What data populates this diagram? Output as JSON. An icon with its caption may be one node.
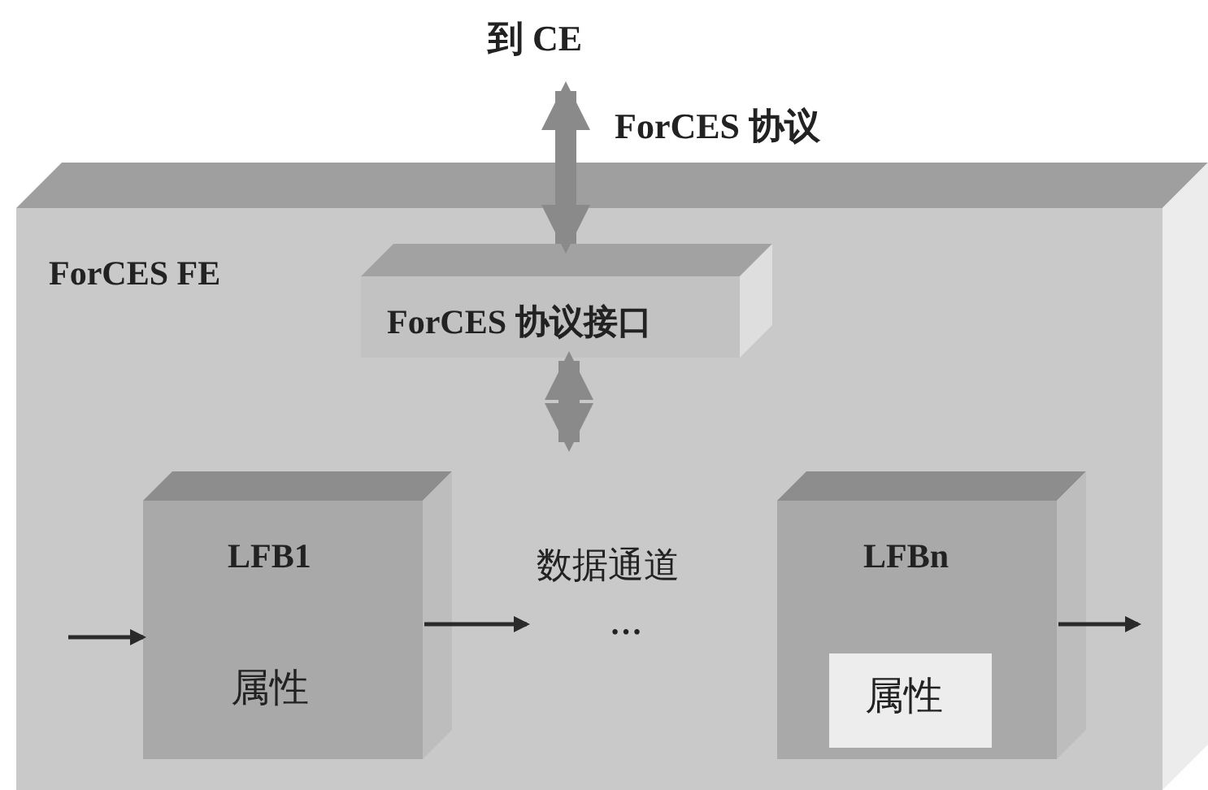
{
  "diagram": {
    "nodes": [
      {
        "text": [
          "到 CE"
        ]
      },
      {
        "text": [
          "ForCES FE"
        ]
      },
      {
        "text": [
          "ForCES 协议接口"
        ],
        "in": 1
      },
      {
        "text": [
          "LFB1",
          "属性"
        ],
        "in": 1
      },
      {
        "text": [
          "LFBn"
        ],
        "in": 1
      },
      {
        "text": [
          "属性"
        ],
        "in": 4
      }
    ],
    "edges": [
      {
        "from": 2,
        "to": 0,
        "arrow": "both",
        "label": "ForCES 协议",
        "style": "thick",
        "color": "#8a8a8a"
      },
      {
        "from": 2,
        "to": null,
        "arrow": "both",
        "style": "thick",
        "color": "#8a8a8a"
      },
      {
        "from": null,
        "to": 3,
        "arrow": "to"
      },
      {
        "from": 3,
        "to": null,
        "arrow": "to"
      },
      {
        "from": 4,
        "to": null,
        "arrow": "to"
      }
    ],
    "labels": [
      "数据通道",
      "…"
    ]
  }
}
